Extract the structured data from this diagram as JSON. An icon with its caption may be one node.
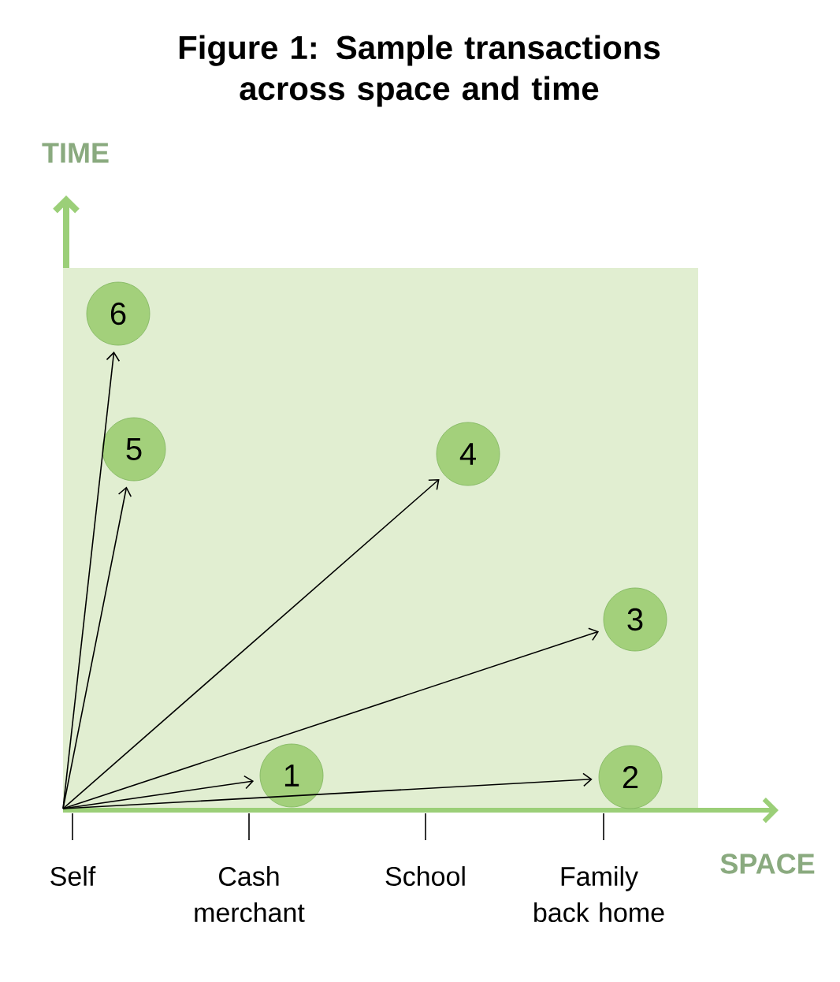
{
  "diagram": {
    "title": "Figure 1: Sample transactions across space and time",
    "nodes": [
      {
        "text": [
          "1"
        ]
      },
      {
        "text": [
          "2"
        ]
      },
      {
        "text": [
          "3"
        ]
      },
      {
        "text": [
          "4"
        ]
      },
      {
        "text": [
          "5"
        ]
      },
      {
        "text": [
          "6"
        ]
      }
    ],
    "edges": [
      {
        "from": null,
        "to": 0,
        "arrow": "to"
      },
      {
        "from": null,
        "to": 1,
        "arrow": "to"
      },
      {
        "from": null,
        "to": 2,
        "arrow": "to"
      },
      {
        "from": null,
        "to": 3,
        "arrow": "to"
      },
      {
        "from": null,
        "to": 4,
        "arrow": "to"
      },
      {
        "from": null,
        "to": 5,
        "arrow": "to"
      }
    ],
    "labels": [
      "TIME",
      "Self",
      "Cash merchant",
      "School",
      "Family back home",
      "SPACE"
    ]
  }
}
